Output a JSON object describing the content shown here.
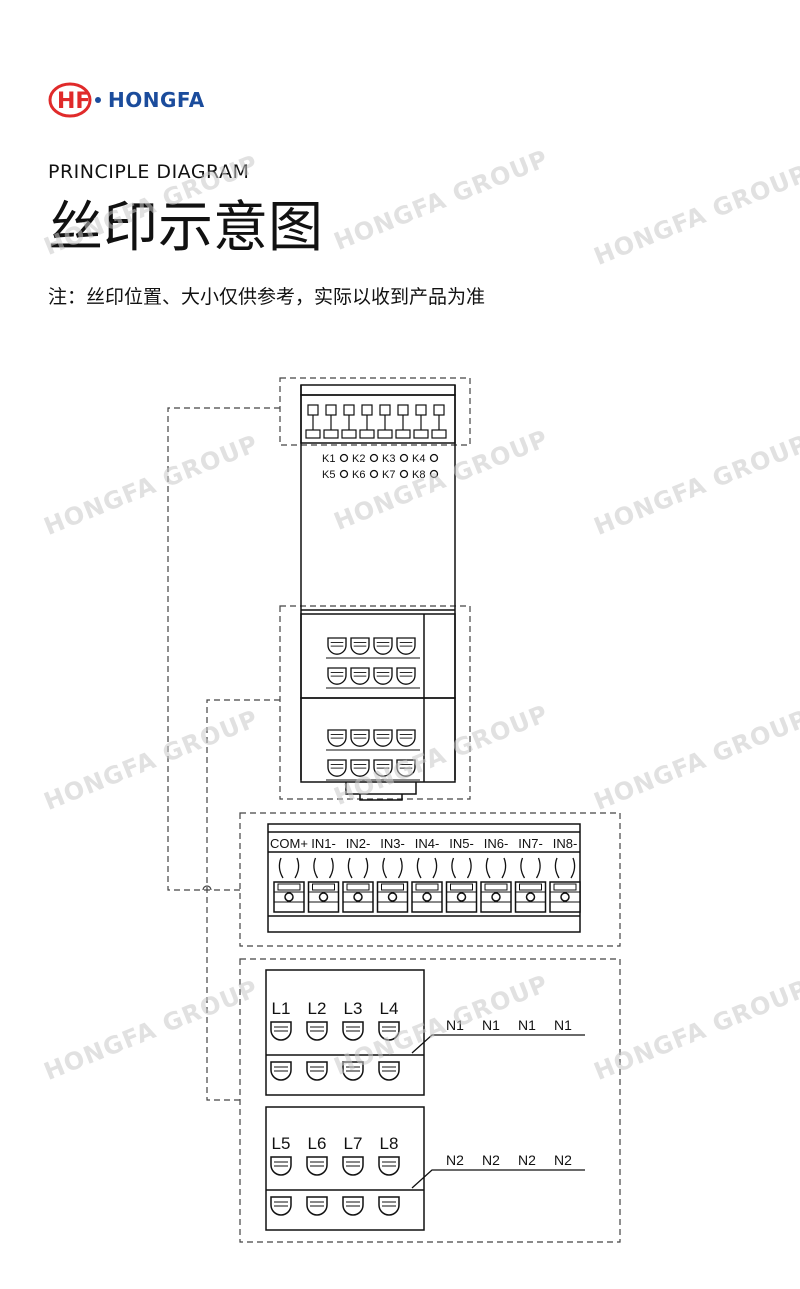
{
  "brand": {
    "name": "HONGFA",
    "mark": "HF",
    "color": "#1b4c9c",
    "accent": "#e02a2a"
  },
  "heading": {
    "subtitle": "PRINCIPLE DIAGRAM",
    "title": "丝印示意图",
    "note": "注：丝印位置、大小仅供参考，实际以收到产品为准"
  },
  "diagram": {
    "led_row1": [
      "K1",
      "K2",
      "K3",
      "K4"
    ],
    "led_row2": [
      "K5",
      "K6",
      "K7",
      "K8"
    ],
    "input_labels": [
      "COM+",
      "IN1-",
      "IN2-",
      "IN3-",
      "IN4-",
      "IN5-",
      "IN6-",
      "IN7-",
      "IN8-"
    ],
    "output_group1": {
      "l_labels": [
        "L1",
        "L2",
        "L3",
        "L4"
      ],
      "n_labels": [
        "N1",
        "N1",
        "N1",
        "N1"
      ]
    },
    "output_group2": {
      "l_labels": [
        "L5",
        "L6",
        "L7",
        "L8"
      ],
      "n_labels": [
        "N2",
        "N2",
        "N2",
        "N2"
      ]
    }
  },
  "watermark": "HONGFA GROUP"
}
